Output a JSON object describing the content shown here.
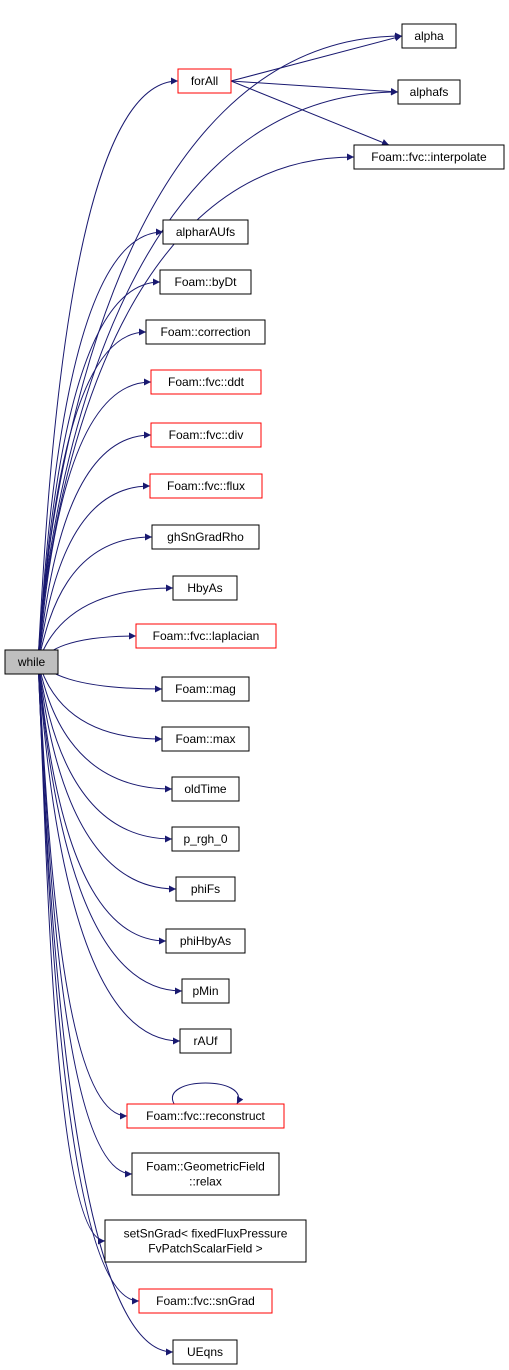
{
  "colors": {
    "edge": "#191970",
    "node_border": "#000000",
    "link_border": "#ff0000",
    "root_fill": "#bfbfbf",
    "node_fill": "#ffffff"
  },
  "nodes": {
    "while": {
      "label": [
        "while"
      ],
      "kind": "root"
    },
    "alpha": {
      "label": [
        "alpha"
      ],
      "kind": "normal"
    },
    "forAll": {
      "label": [
        "forAll"
      ],
      "kind": "link"
    },
    "alphafs": {
      "label": [
        "alphafs"
      ],
      "kind": "normal"
    },
    "interpolate": {
      "label": [
        "Foam::fvc::interpolate"
      ],
      "kind": "normal"
    },
    "alpharAUfs": {
      "label": [
        "alpharAUfs"
      ],
      "kind": "normal"
    },
    "byDt": {
      "label": [
        "Foam::byDt"
      ],
      "kind": "normal"
    },
    "correction": {
      "label": [
        "Foam::correction"
      ],
      "kind": "normal"
    },
    "ddt": {
      "label": [
        "Foam::fvc::ddt"
      ],
      "kind": "link"
    },
    "div": {
      "label": [
        "Foam::fvc::div"
      ],
      "kind": "link"
    },
    "flux": {
      "label": [
        "Foam::fvc::flux"
      ],
      "kind": "link"
    },
    "ghSnGradRho": {
      "label": [
        "ghSnGradRho"
      ],
      "kind": "normal"
    },
    "HbyAs": {
      "label": [
        "HbyAs"
      ],
      "kind": "normal"
    },
    "laplacian": {
      "label": [
        "Foam::fvc::laplacian"
      ],
      "kind": "link"
    },
    "mag": {
      "label": [
        "Foam::mag"
      ],
      "kind": "normal"
    },
    "max": {
      "label": [
        "Foam::max"
      ],
      "kind": "normal"
    },
    "oldTime": {
      "label": [
        "oldTime"
      ],
      "kind": "normal"
    },
    "p_rgh_0": {
      "label": [
        "p_rgh_0"
      ],
      "kind": "normal"
    },
    "phiFs": {
      "label": [
        "phiFs"
      ],
      "kind": "normal"
    },
    "phiHbyAs": {
      "label": [
        "phiHbyAs"
      ],
      "kind": "normal"
    },
    "pMin": {
      "label": [
        "pMin"
      ],
      "kind": "normal"
    },
    "rAUf": {
      "label": [
        "rAUf"
      ],
      "kind": "normal"
    },
    "reconstruct": {
      "label": [
        "Foam::fvc::reconstruct"
      ],
      "kind": "link"
    },
    "relax": {
      "label": [
        "Foam::GeometricField",
        "::relax"
      ],
      "kind": "normal"
    },
    "setSnGrad": {
      "label": [
        "setSnGrad< fixedFluxPressure",
        "FvPatchScalarField >"
      ],
      "kind": "normal"
    },
    "snGrad": {
      "label": [
        "Foam::fvc::snGrad"
      ],
      "kind": "link"
    },
    "UEqns": {
      "label": [
        "UEqns"
      ],
      "kind": "normal"
    }
  },
  "edges": [
    [
      "while",
      "alpha"
    ],
    [
      "while",
      "forAll"
    ],
    [
      "while",
      "alphafs"
    ],
    [
      "while",
      "interpolate"
    ],
    [
      "forAll",
      "alpha"
    ],
    [
      "forAll",
      "alphafs"
    ],
    [
      "forAll",
      "interpolate"
    ],
    [
      "while",
      "alpharAUfs"
    ],
    [
      "while",
      "byDt"
    ],
    [
      "while",
      "correction"
    ],
    [
      "while",
      "ddt"
    ],
    [
      "while",
      "div"
    ],
    [
      "while",
      "flux"
    ],
    [
      "while",
      "ghSnGradRho"
    ],
    [
      "while",
      "HbyAs"
    ],
    [
      "while",
      "laplacian"
    ],
    [
      "while",
      "mag"
    ],
    [
      "while",
      "max"
    ],
    [
      "while",
      "oldTime"
    ],
    [
      "while",
      "p_rgh_0"
    ],
    [
      "while",
      "phiFs"
    ],
    [
      "while",
      "phiHbyAs"
    ],
    [
      "while",
      "pMin"
    ],
    [
      "while",
      "rAUf"
    ],
    [
      "while",
      "reconstruct"
    ],
    [
      "reconstruct",
      "reconstruct"
    ],
    [
      "while",
      "relax"
    ],
    [
      "while",
      "setSnGrad"
    ],
    [
      "while",
      "snGrad"
    ],
    [
      "while",
      "UEqns"
    ]
  ]
}
